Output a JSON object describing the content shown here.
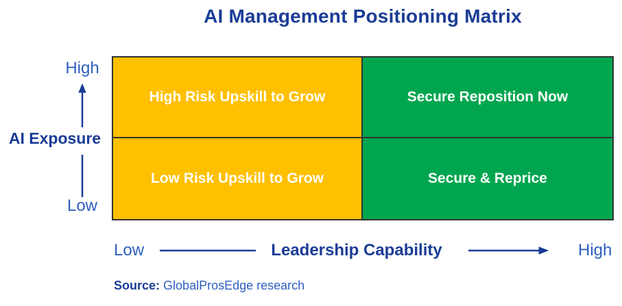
{
  "title": "AI Management Positioning Matrix",
  "colors": {
    "navy": "#1B3C96",
    "blue": "#2E5FBE",
    "yellow": "#FFC000",
    "green": "#00A64F",
    "quadrant_text": "#FFFFFF",
    "border": "#333333",
    "background": "#FFFFFF"
  },
  "y_axis": {
    "label": "AI Exposure",
    "high_label": "High",
    "low_label": "Low"
  },
  "x_axis": {
    "label": "Leadership Capability",
    "low_label": "Low",
    "high_label": "High"
  },
  "quadrants": [
    {
      "position": "top-left",
      "label": "High Risk Upskill to Grow",
      "color": "#FFC000"
    },
    {
      "position": "top-right",
      "label": "Secure Reposition Now",
      "color": "#00A64F"
    },
    {
      "position": "bottom-left",
      "label": "Low Risk Upskill to Grow",
      "color": "#FFC000"
    },
    {
      "position": "bottom-right",
      "label": "Secure & Reprice",
      "color": "#00A64F"
    }
  ],
  "source": {
    "label": "Source:",
    "text": "GlobalProsEdge research"
  }
}
